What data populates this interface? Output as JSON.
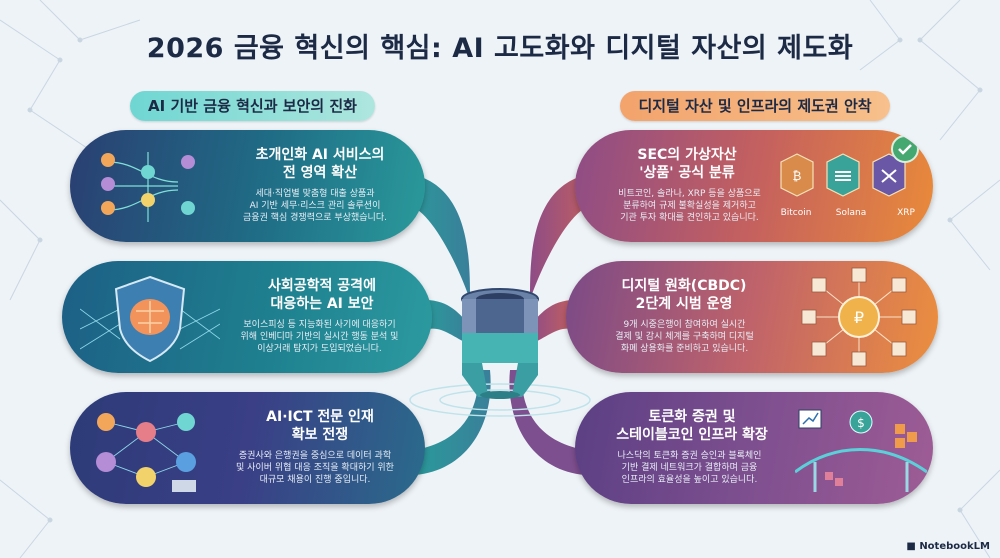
{
  "title": "2026 금융 혁신의 핵심: AI 고도화와 디지털 자산의 제도화",
  "left_heading": "AI 기반 금융 혁신과 보안의 진화",
  "right_heading": "디지털 자산 및 인프라의 제도권 안착",
  "left_cards": [
    {
      "title_line1": "초개인화 AI 서비스의",
      "title_line2": "전 영역 확산",
      "body_line1": "세대·직업별 맞춤형 대출 상품과",
      "body_line2": "AI 기반 세무·리스크 관리 솔루션이",
      "body_line3": "금융권 핵심 경쟁력으로 부상했습니다."
    },
    {
      "title_line1": "사회공학적 공격에",
      "title_line2": "대응하는 AI 보안",
      "body_line1": "보이스피싱 등 지능화된 사기에 대응하기",
      "body_line2": "위해 인베디마 기반의 실시간 행동 분석 및",
      "body_line3": "이상거래 탐지가 도입되었습니다."
    },
    {
      "title_line1": "AI·ICT 전문 인재",
      "title_line2": "확보 전쟁",
      "body_line1": "증권사와 은행권을 중심으로 데이터 과학",
      "body_line2": "및 사이버 위협 대응 조직을 확대하기 위한",
      "body_line3": "대규모 채용이 진행 중입니다."
    }
  ],
  "right_cards": [
    {
      "title_line1": "SEC의 가상자산",
      "title_line2": "'상품' 공식 분류",
      "body_line1": "비트코인, 솔라나, XRP 등을 상품으로",
      "body_line2": "분류하여 규제 불확실성을 제거하고",
      "body_line3": "기관 투자 확대를 견인하고 있습니다."
    },
    {
      "title_line1": "디지털 원화(CBDC)",
      "title_line2": "2단계 시범 운영",
      "body_line1": "9개 시중은행이 참여하여 실시간",
      "body_line2": "결제 및 감시 체계를 구축하며 디지털",
      "body_line3": "화폐 상용화를 준비하고 있습니다."
    },
    {
      "title_line1": "토큰화 증권 및",
      "title_line2": "스테이블코인 인프라 확장",
      "body_line1": "나스닥의 토큰화 증권 승인과 블록체인",
      "body_line2": "기반 결제 네트워크가 결합하며 금융",
      "body_line3": "인프라의 효율성을 높이고 있습니다."
    }
  ],
  "crypto_labels": [
    "Bitcoin",
    "Solana",
    "XRP"
  ],
  "brand": "NotebookLM",
  "colors": {
    "title": "#1c2a45",
    "left_accent": "#6fd6d2",
    "right_accent": "#f3a36c"
  }
}
